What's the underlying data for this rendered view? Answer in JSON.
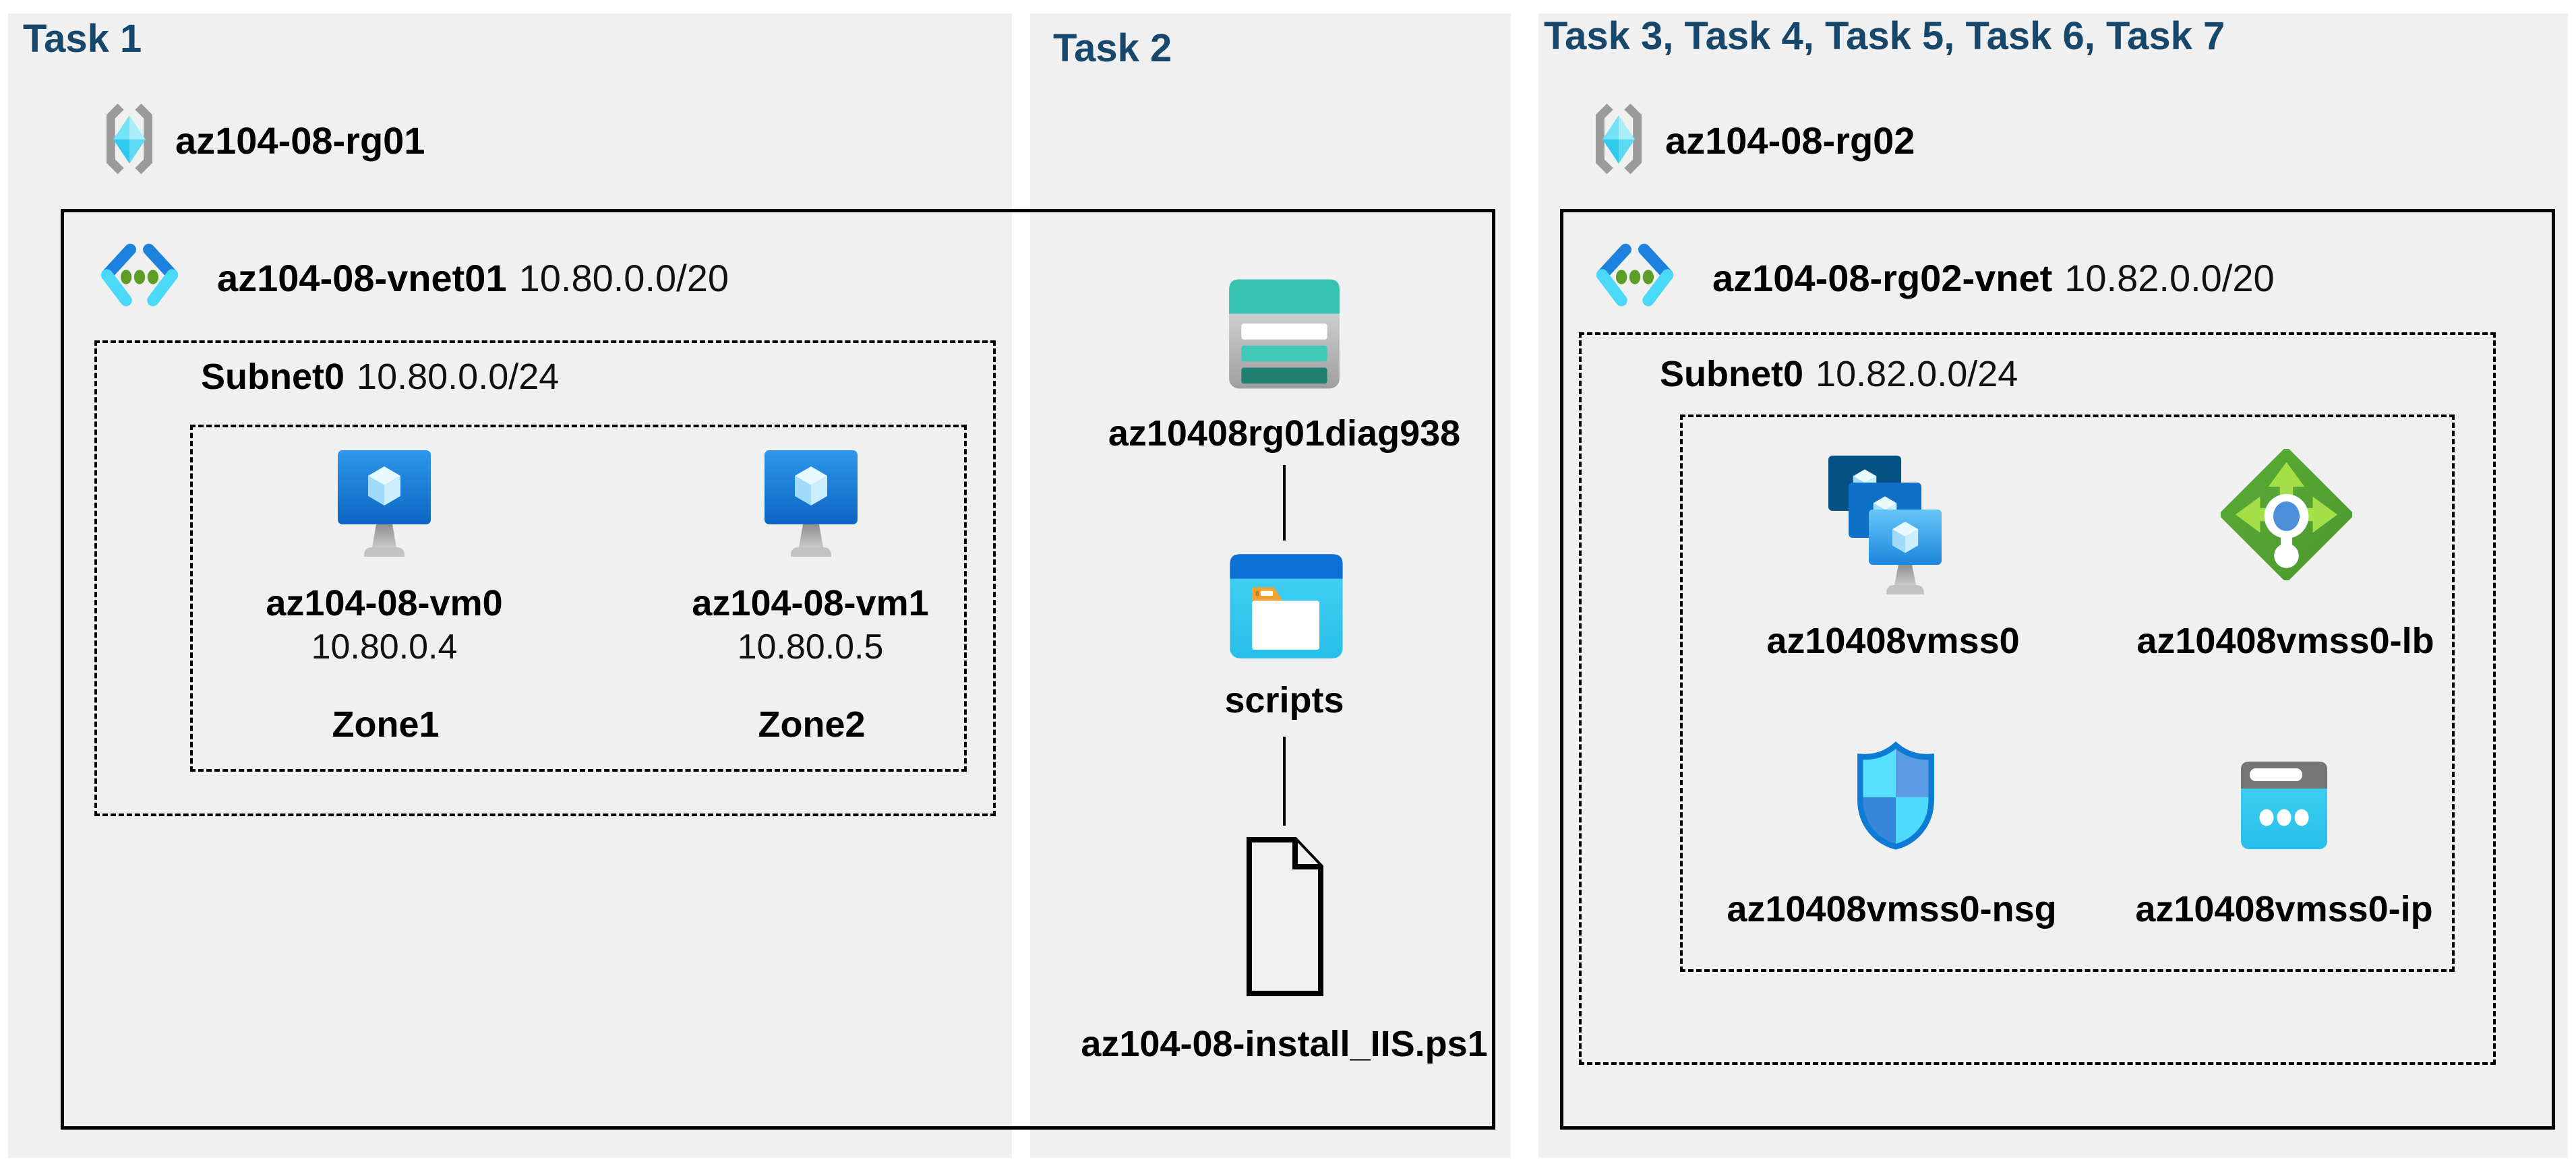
{
  "colors": {
    "title": "#17486B",
    "panel_bg": "#F0F0F1",
    "canvas_bg": "#FFFFFF",
    "border": "#000000"
  },
  "panels": [
    {
      "title": "Task 1",
      "resource_group": {
        "name": "az104-08-rg01"
      },
      "vnet": {
        "name": "az104-08-vnet01",
        "cidr": "10.80.0.0/20"
      },
      "subnet": {
        "name": "Subnet0",
        "cidr": "10.80.0.0/24"
      },
      "vms": [
        {
          "name": "az104-08-vm0",
          "ip": "10.80.0.4",
          "zone": "Zone1"
        },
        {
          "name": "az104-08-vm1",
          "ip": "10.80.0.5",
          "zone": "Zone2"
        }
      ]
    },
    {
      "title": "Task 2",
      "storage_account": "az10408rg01diag938",
      "blob_container": "scripts",
      "script_file": "az104-08-install_IIS.ps1"
    },
    {
      "title": "Task 3, Task 4, Task 5, Task 6, Task 7",
      "resource_group": {
        "name": "az104-08-rg02"
      },
      "vnet": {
        "name": "az104-08-rg02-vnet",
        "cidr": "10.82.0.0/20"
      },
      "subnet": {
        "name": "Subnet0",
        "cidr": "10.82.0.0/24"
      },
      "resources": [
        {
          "name": "az10408vmss0",
          "type": "virtual-machine-scale-set"
        },
        {
          "name": "az10408vmss0-lb",
          "type": "load-balancer"
        },
        {
          "name": "az10408vmss0-nsg",
          "type": "network-security-group"
        },
        {
          "name": "az10408vmss0-ip",
          "type": "public-ip-address"
        }
      ]
    }
  ]
}
